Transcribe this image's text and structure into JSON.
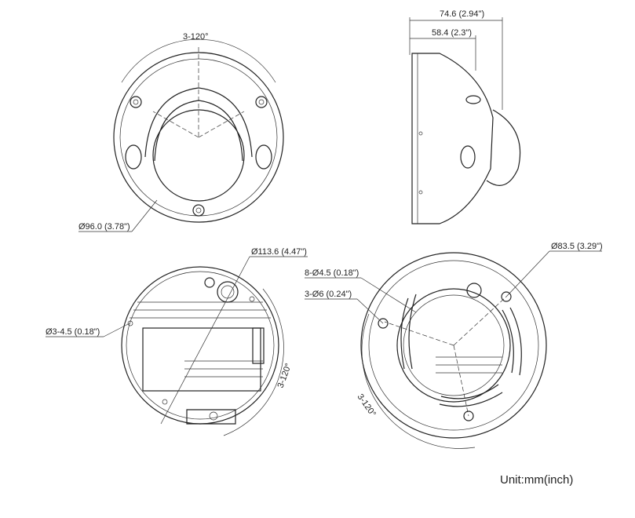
{
  "front_view": {
    "angle_label": "3-120°",
    "diameter_label": "Ø96.0 (3.78\")"
  },
  "side_view": {
    "total_depth_label": "74.6 (2.94\")",
    "body_depth_label": "58.4 (2.3\")"
  },
  "back_view": {
    "diameter_label": "Ø113.6 (4.47\")",
    "hole_label": "Ø3-4.5 (0.18\")",
    "angle_label": "3-120°"
  },
  "mount_view": {
    "slot_label": "8-Ø4.5 (0.18\")",
    "hole_label": "3-Ø6 (0.24\")",
    "diameter_label": "Ø83.5 (3.29\")",
    "angle_label": "3-120°"
  },
  "unit_label": "Unit:mm(inch)"
}
